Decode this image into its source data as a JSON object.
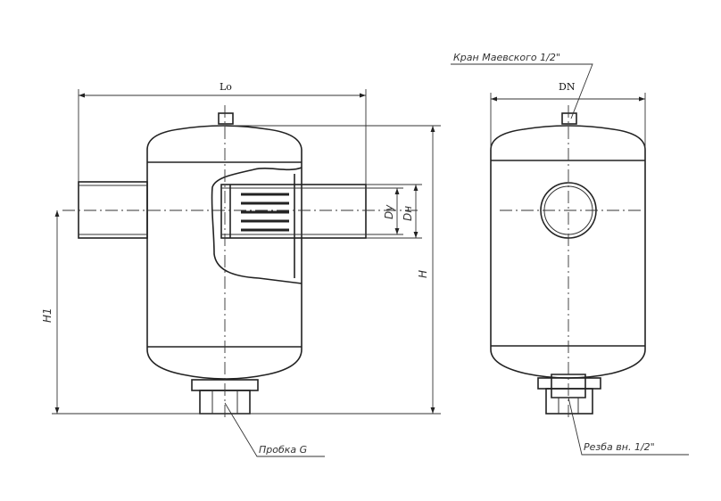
{
  "labels": {
    "top_vent": "Кран Маевского 1/2\"",
    "width_left": "Lo",
    "width_right": "DN",
    "inner_dia": "Dy",
    "outer_dia": "Dн",
    "height_total": "H",
    "height_inlet": "H1",
    "drain_plug": "Пробка G",
    "thread": "Резба вн. 1/2\""
  }
}
